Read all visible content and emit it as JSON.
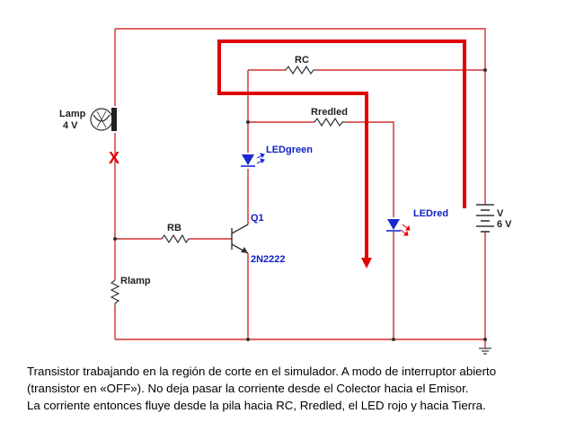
{
  "components": {
    "lamp": {
      "name": "Lamp",
      "value": "4 V"
    },
    "fault_mark": "X",
    "rc": "RC",
    "rredled": "Rredled",
    "ledgreen": "LEDgreen",
    "ledred": "LEDred",
    "q1": {
      "name": "Q1",
      "model": "2N2222"
    },
    "rb": "RB",
    "rlamp": "Rlamp",
    "battery": {
      "name": "V",
      "value": "6 V"
    }
  },
  "caption": {
    "line1": "Transistor trabajando en la región de corte en el simulador. A modo de interruptor abierto",
    "line2": "(transistor en «OFF»).  No deja pasar la corriente desde el Colector hacia el Emisor.",
    "line3": "La corriente entonces fluye desde la pila hacia RC, Rredled, el LED rojo y hacia Tierra."
  },
  "colors": {
    "wire": "#d03030",
    "current_arrow": "#e00000",
    "label_blue": "#1020c8",
    "led_body": "#1a2ad0",
    "led_red_rays": "#e00000"
  }
}
